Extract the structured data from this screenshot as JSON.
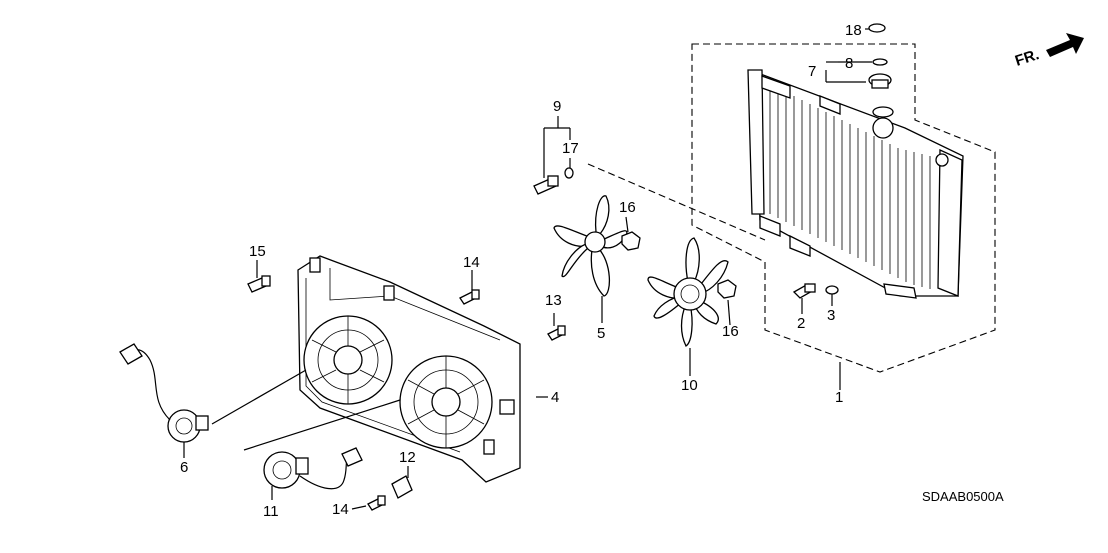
{
  "diagram_code": "SDAAB0500A",
  "direction_label": "FR.",
  "callouts": {
    "c1": "1",
    "c2": "2",
    "c3": "3",
    "c4": "4",
    "c5": "5",
    "c6": "6",
    "c7": "7",
    "c8": "8",
    "c9": "9",
    "c10": "10",
    "c11": "11",
    "c12": "12",
    "c13": "13",
    "c14a": "14",
    "c14b": "14",
    "c15": "15",
    "c16a": "16",
    "c16b": "16",
    "c17": "17",
    "c18": "18"
  }
}
